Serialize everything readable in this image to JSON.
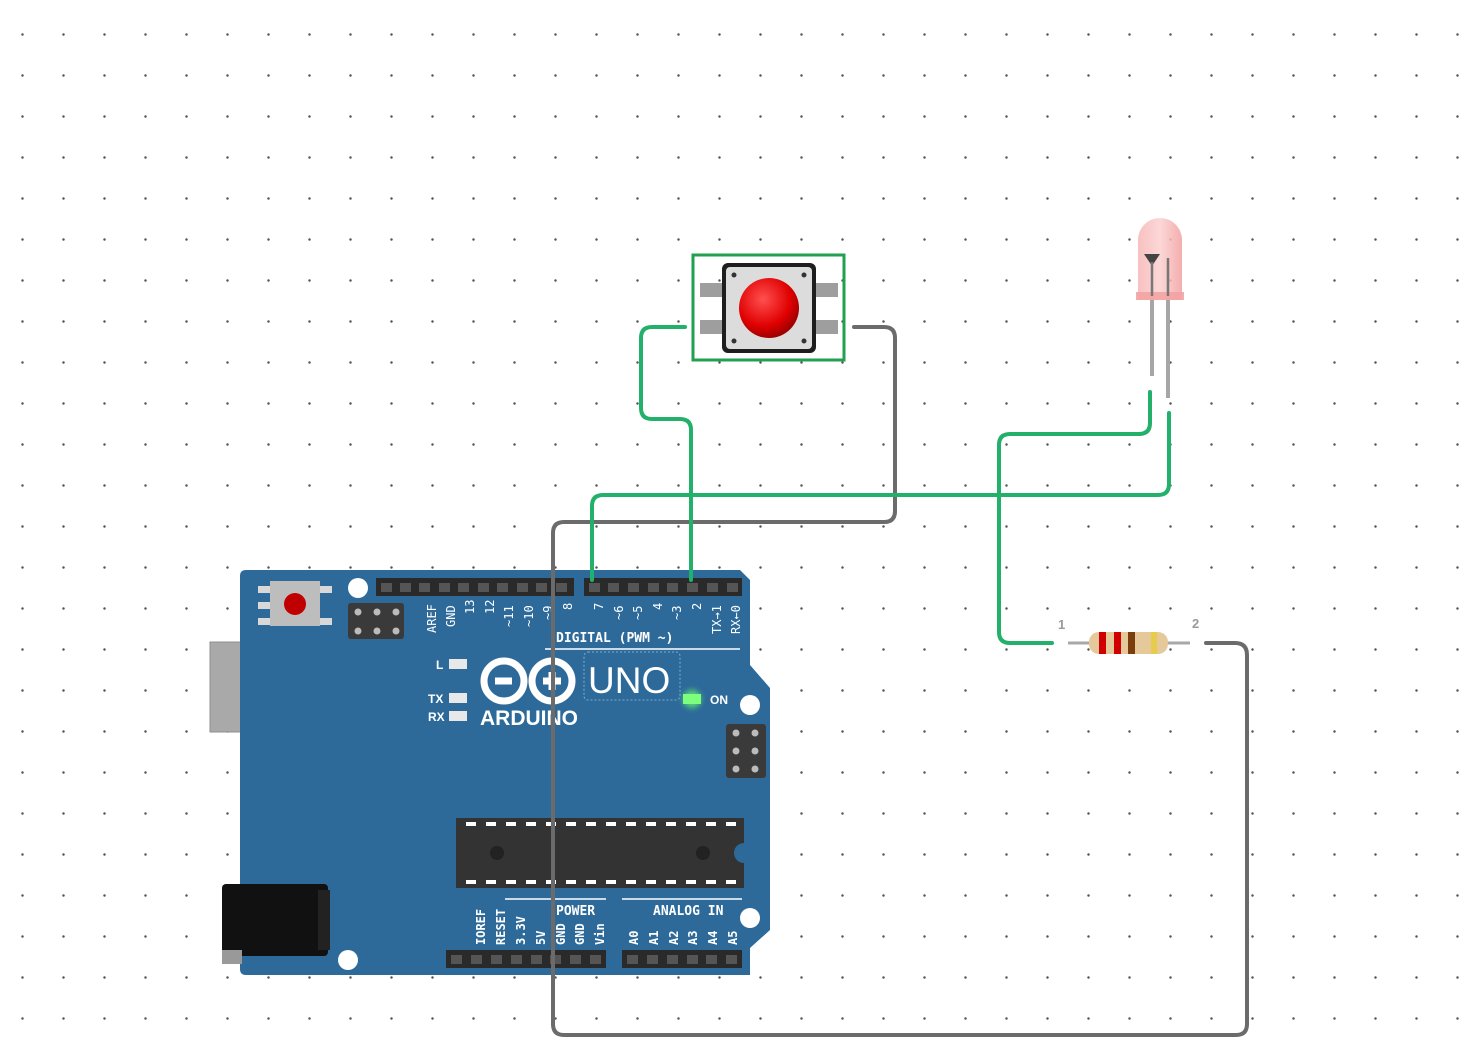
{
  "board": {
    "name_logo": "ARDUINO",
    "model": "UNO",
    "digital_title": "DIGITAL (PWM ~)",
    "power_title": "POWER",
    "analog_title": "ANALOG IN",
    "on_label": "ON",
    "led_labels": {
      "l": "L",
      "tx": "TX",
      "rx": "RX"
    },
    "digital_pins": [
      "AREF",
      "GND",
      "13",
      "12",
      "~11",
      "~10",
      "~9",
      "8",
      "7",
      "~6",
      "~5",
      "4",
      "~3",
      "2",
      "TX→1",
      "RX←0"
    ],
    "power_pins": [
      "IOREF",
      "RESET",
      "3.3V",
      "5V",
      "GND",
      "GND",
      "Vin"
    ],
    "analog_pins": [
      "A0",
      "A1",
      "A2",
      "A3",
      "A4",
      "A5"
    ]
  },
  "resistor": {
    "terminal_1": "1",
    "terminal_2": "2"
  },
  "colors": {
    "board": "#2d6a9a",
    "wire_green": "#22b06a",
    "wire_gray": "#6b6b6b",
    "button_cap": "#e00000",
    "led": "#f0a0a0",
    "power_led": "#66ff66",
    "selection": "#22a050"
  }
}
